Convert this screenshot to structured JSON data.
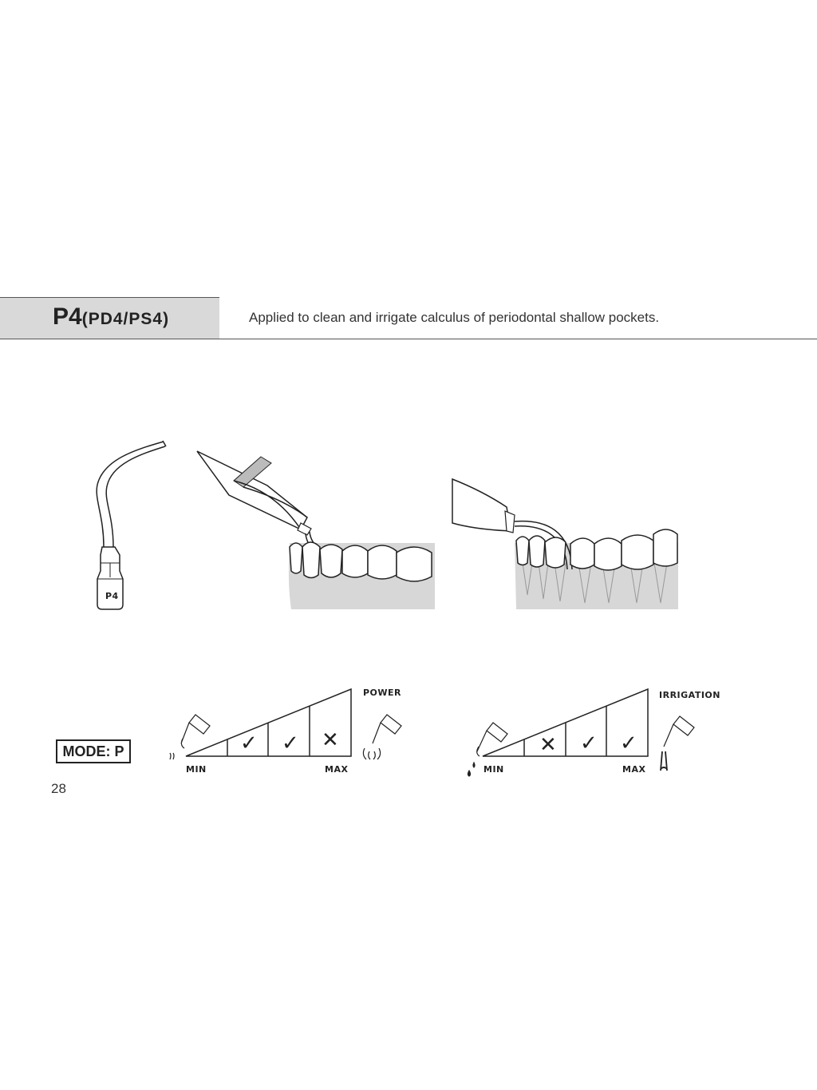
{
  "header": {
    "title_main": "P4",
    "title_sub": "(PD4/PS4)",
    "description": "Applied to clean and irrigate calculus of periodontal shallow pockets."
  },
  "tip_label": "P4",
  "mode": "MODE: P",
  "power_scale": {
    "title": "POWER",
    "min_label": "MIN",
    "max_label": "MAX",
    "cells": [
      "",
      "✓",
      "✓",
      "✕"
    ]
  },
  "irrigation_scale": {
    "title": "IRRIGATION",
    "min_label": "MIN",
    "max_label": "MAX",
    "cells": [
      "",
      "✕",
      "✓",
      "✓"
    ]
  },
  "page_number": "28"
}
